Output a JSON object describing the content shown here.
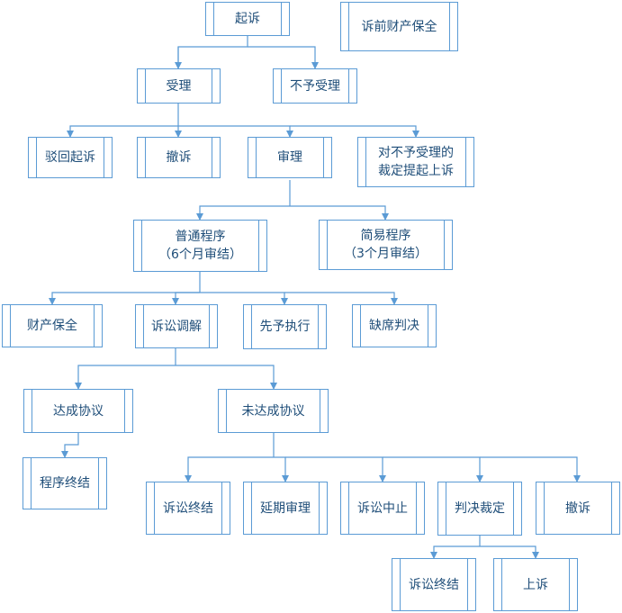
{
  "colors": {
    "line": "#5b9bd5",
    "text": "#1f4e79",
    "box_border": "#5b9bd5",
    "background": "#ffffff"
  },
  "nodes": {
    "qisu": "起诉",
    "suqian": "诉前财产保全",
    "shouli": "受理",
    "buyu": "不予受理",
    "bohui": "驳回起诉",
    "chesu1": "撤诉",
    "shenli": "审理",
    "duibuyu": "对不予受理的\n裁定提起上诉",
    "putong": "普通程序\n（6个月审结）",
    "jianyi": "简易程序\n（3个月审结）",
    "caichan": "财产保全",
    "tiaojie": "诉讼调解",
    "xianyu": "先予执行",
    "quexi": "缺席判决",
    "dacheng": "达成协议",
    "weidacheng": "未达成协议",
    "chengxu": "程序终结",
    "zhongjie1": "诉讼终结",
    "yanqi": "延期审理",
    "zhongzhi": "诉讼中止",
    "panjue": "判决裁定",
    "chesu2": "撤诉",
    "zhongjie2": "诉讼终结",
    "shangsu": "上诉"
  }
}
